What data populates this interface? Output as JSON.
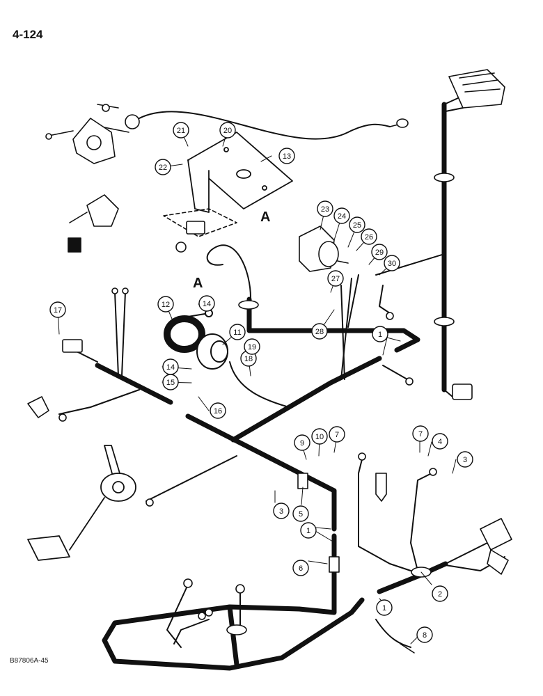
{
  "page_number": "4-124",
  "figure_code": "B87806A-45",
  "view_label": "A",
  "callouts": [
    {
      "id": "c1a",
      "label": "1"
    },
    {
      "id": "c1b",
      "label": "1"
    },
    {
      "id": "c1c",
      "label": "1"
    },
    {
      "id": "c2",
      "label": "2"
    },
    {
      "id": "c3a",
      "label": "3"
    },
    {
      "id": "c3b",
      "label": "3"
    },
    {
      "id": "c4",
      "label": "4"
    },
    {
      "id": "c5",
      "label": "5"
    },
    {
      "id": "c6",
      "label": "6"
    },
    {
      "id": "c7a",
      "label": "7"
    },
    {
      "id": "c7b",
      "label": "7"
    },
    {
      "id": "c8",
      "label": "8"
    },
    {
      "id": "c9",
      "label": "9"
    },
    {
      "id": "c10",
      "label": "10"
    },
    {
      "id": "c11",
      "label": "11"
    },
    {
      "id": "c12",
      "label": "12"
    },
    {
      "id": "c13",
      "label": "13"
    },
    {
      "id": "c14a",
      "label": "14"
    },
    {
      "id": "c14b",
      "label": "14"
    },
    {
      "id": "c15",
      "label": "15"
    },
    {
      "id": "c16",
      "label": "16"
    },
    {
      "id": "c17",
      "label": "17"
    },
    {
      "id": "c18",
      "label": "18"
    },
    {
      "id": "c19",
      "label": "19"
    },
    {
      "id": "c20",
      "label": "20"
    },
    {
      "id": "c21",
      "label": "21"
    },
    {
      "id": "c22",
      "label": "22"
    },
    {
      "id": "c23",
      "label": "23"
    },
    {
      "id": "c24",
      "label": "24"
    },
    {
      "id": "c25",
      "label": "25"
    },
    {
      "id": "c26",
      "label": "26"
    },
    {
      "id": "c27",
      "label": "27"
    },
    {
      "id": "c28",
      "label": "28"
    },
    {
      "id": "c29",
      "label": "29"
    },
    {
      "id": "c30",
      "label": "30"
    }
  ]
}
